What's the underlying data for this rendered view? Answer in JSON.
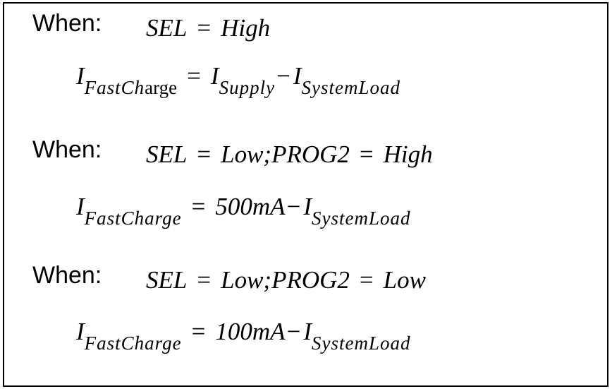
{
  "conditions": [
    {
      "when_label": "When:",
      "select_lhs": "SEL",
      "equals": "=",
      "select_rhs": "High",
      "current_symbol": "I",
      "current_subscript_a": "FastCh",
      "current_subscript_b": "arge",
      "current_equals": "=",
      "term_1": "I",
      "term_1_subscript": "Supply",
      "minus": "−",
      "term_2": "I",
      "term_2_subscript": "SystemLoad"
    },
    {
      "when_label": "When:",
      "select_lhs": "SEL",
      "equals": "=",
      "select_rhs": "Low;PROG2",
      "equals_2": "=",
      "select_rhs_2": "High",
      "current_symbol": "I",
      "current_subscript": "FastCharge",
      "current_equals": "=",
      "term_1": "500mA",
      "minus": "−",
      "term_2": "I",
      "term_2_subscript": "SystemLoad"
    },
    {
      "when_label": "When:",
      "select_lhs": "SEL",
      "equals": "=",
      "select_rhs": "Low;PROG2",
      "equals_2": "=",
      "select_rhs_2": "Low",
      "current_symbol": "I",
      "current_subscript": "FastCharge",
      "current_equals": "=",
      "term_1": "100mA",
      "minus": "−",
      "term_2": "I",
      "term_2_subscript": "SystemLoad"
    }
  ]
}
